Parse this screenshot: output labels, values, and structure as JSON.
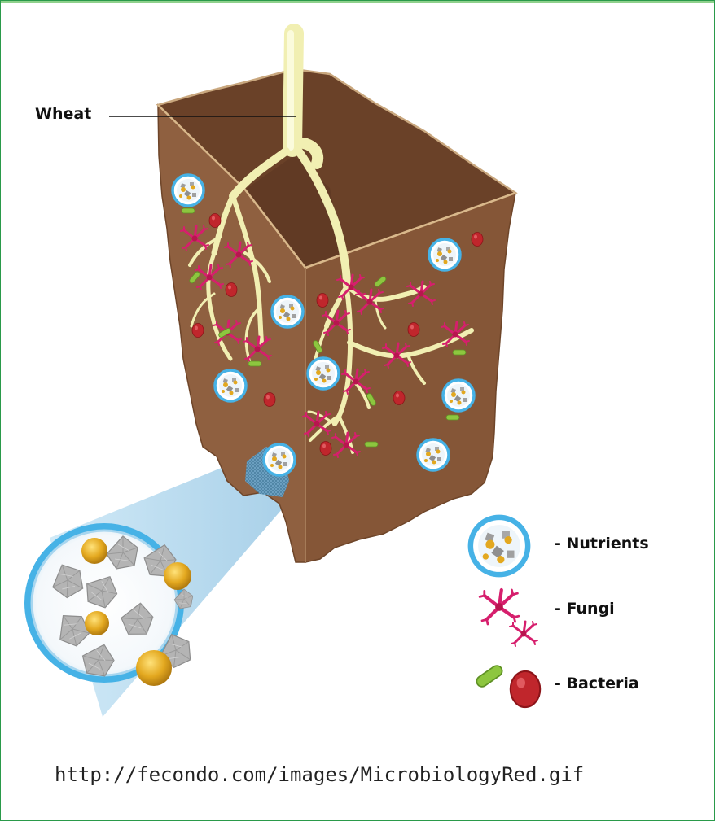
{
  "labels": {
    "wheat": "Wheat",
    "nutrients": "- Nutrients",
    "fungi": "- Fungi",
    "bacteria": "- Bacteria"
  },
  "source_url": "http://fecondo.com/images/MicrobiologyRed.gif",
  "colors": {
    "soil_front": "#8d5f3e",
    "soil_side": "#7a4f31",
    "soil_top": "#6a4128",
    "root": "#f1efb2",
    "nutrient_ring": "#46b2e6",
    "nutrient_grain": "#e3a81f",
    "mineral": "#a9a9a9",
    "fungi": "#d61f6d",
    "bacteria_green": "#8dc63f",
    "bacteria_red": "#c0262c",
    "zoom_beam": "#bde0f2",
    "frame_border": "#2a9a4a"
  },
  "icons": [
    "nutrient-particle-icon",
    "fungi-icon",
    "bacteria-icon",
    "zoom-circle-icon"
  ]
}
